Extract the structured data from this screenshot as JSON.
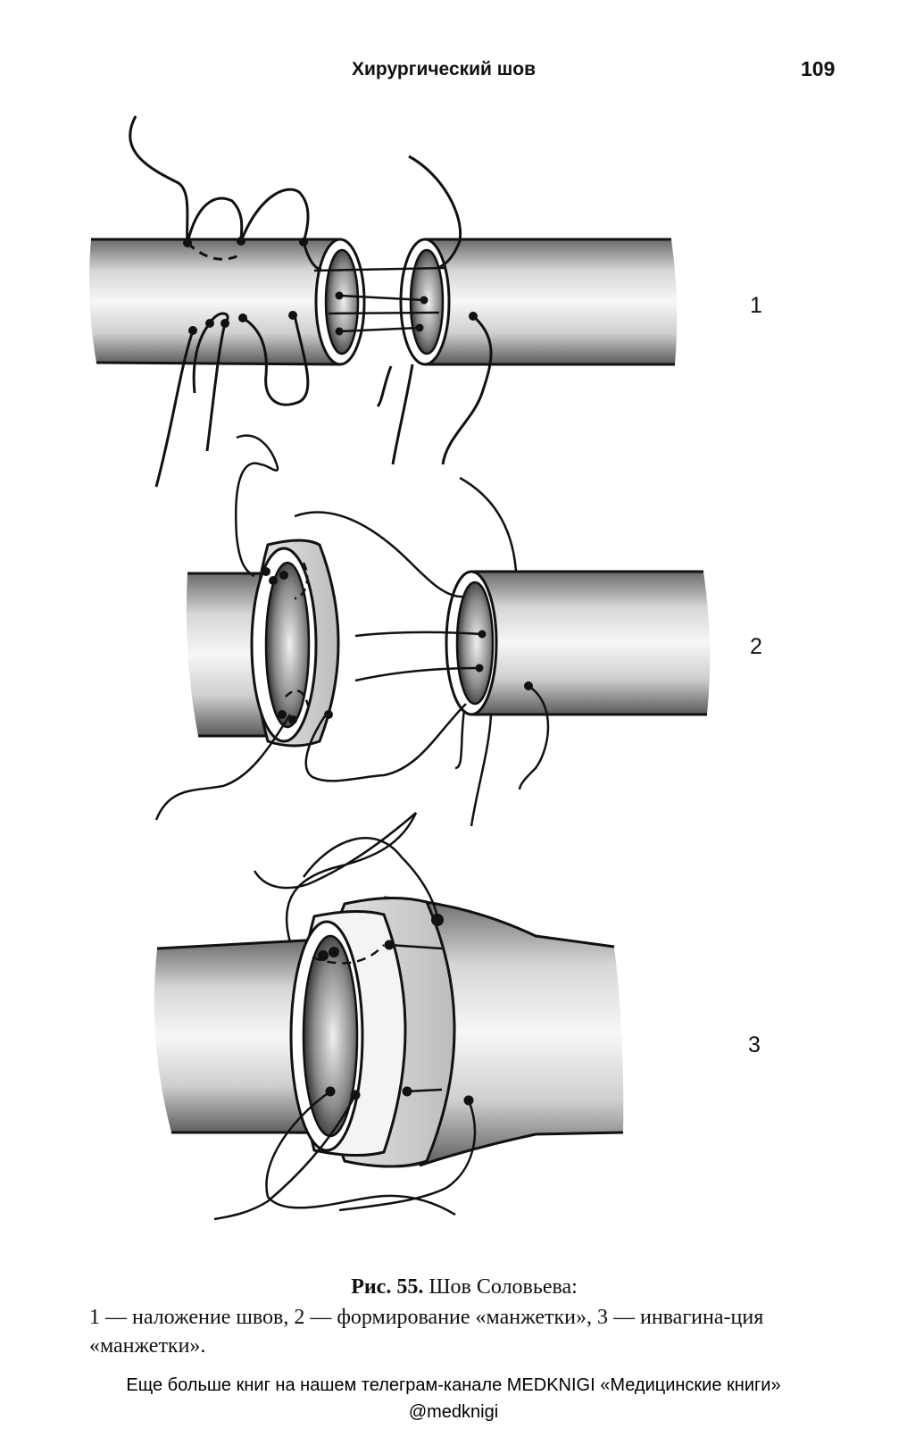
{
  "header": {
    "running_title": "Хирургический шов",
    "page_number": "109"
  },
  "figure": {
    "panel_labels": [
      "1",
      "2",
      "3"
    ]
  },
  "caption": {
    "figure_ref": "Рис. 55.",
    "title": "Шов Соловьева:",
    "body": "1 — наложение швов, 2 — формирование «манжетки», 3 — инвагина-ция «манжетки»."
  },
  "footer": {
    "line1": "Еще больше книг на нашем телеграм-канале MEDKNIGI «Медицинские книги»",
    "line2": "@medknigi"
  }
}
